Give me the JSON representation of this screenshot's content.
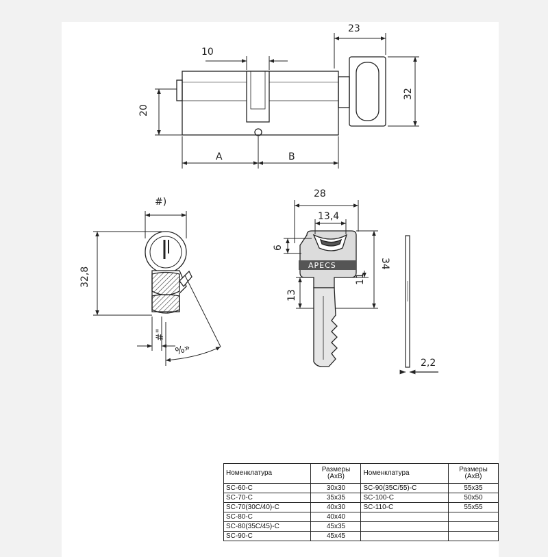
{
  "dimensions": {
    "lock_top": {
      "width_thumbturn": "23",
      "width_cam": "10",
      "height": "20",
      "thumbturn_height": "32",
      "part_a": "A",
      "part_b": "B"
    },
    "profile": {
      "width": "#)",
      "height": "32,8",
      "offset": "#\"",
      "angle": "%»"
    },
    "key": {
      "width": "28",
      "inner_width": "13,4",
      "head_height": "6",
      "bow_height": "13",
      "length": "34",
      "shoulder": "11",
      "brand": "APECS",
      "thickness": "2,2"
    }
  },
  "table": {
    "headers": {
      "name1": "Номенклатура",
      "size1_line1": "Размеры",
      "size1_line2": "(АхВ)",
      "name2": "Номенклатура",
      "size2_line1": "Размеры",
      "size2_line2": "(АхВ)"
    },
    "rows": [
      {
        "n1": "SC-60-C",
        "s1": "30x30",
        "n2": "SC-90(35C/55)-C",
        "s2": "55x35"
      },
      {
        "n1": "SC-70-C",
        "s1": "35x35",
        "n2": "SC-100-C",
        "s2": "50x50"
      },
      {
        "n1": "SC-70(30C/40)-C",
        "s1": "40x30",
        "n2": "SC-110-C",
        "s2": "55x55"
      },
      {
        "n1": "SC-80-C",
        "s1": "40x40",
        "n2": "",
        "s2": ""
      },
      {
        "n1": "SC-80(35C/45)-C",
        "s1": "45x35",
        "n2": "",
        "s2": ""
      },
      {
        "n1": "SC-90-C",
        "s1": "45x45",
        "n2": "",
        "s2": ""
      }
    ]
  }
}
